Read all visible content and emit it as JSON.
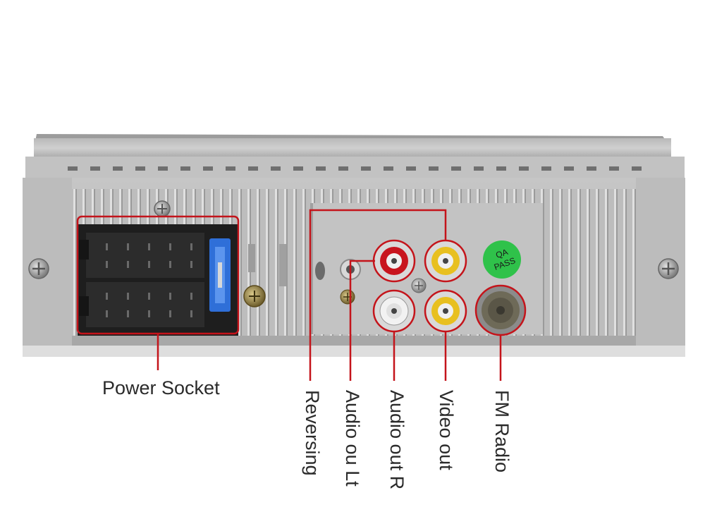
{
  "labels": {
    "power_socket": "Power Socket",
    "reversing": "Reversing",
    "audio_out_left": "Audio ou Lt",
    "audio_out_right": "Audio out R",
    "video_out": "Video out",
    "fm_radio": "FM Radio"
  },
  "sticker": {
    "line1": "QA",
    "line2": "PASS",
    "color": "#2fc24a"
  },
  "colors": {
    "callout": "#c4141b",
    "rca_red": "#c8151e",
    "rca_yellow": "#e8c020",
    "rca_white": "#f2f2f2",
    "fuse_blue": "#2f6fd8"
  }
}
